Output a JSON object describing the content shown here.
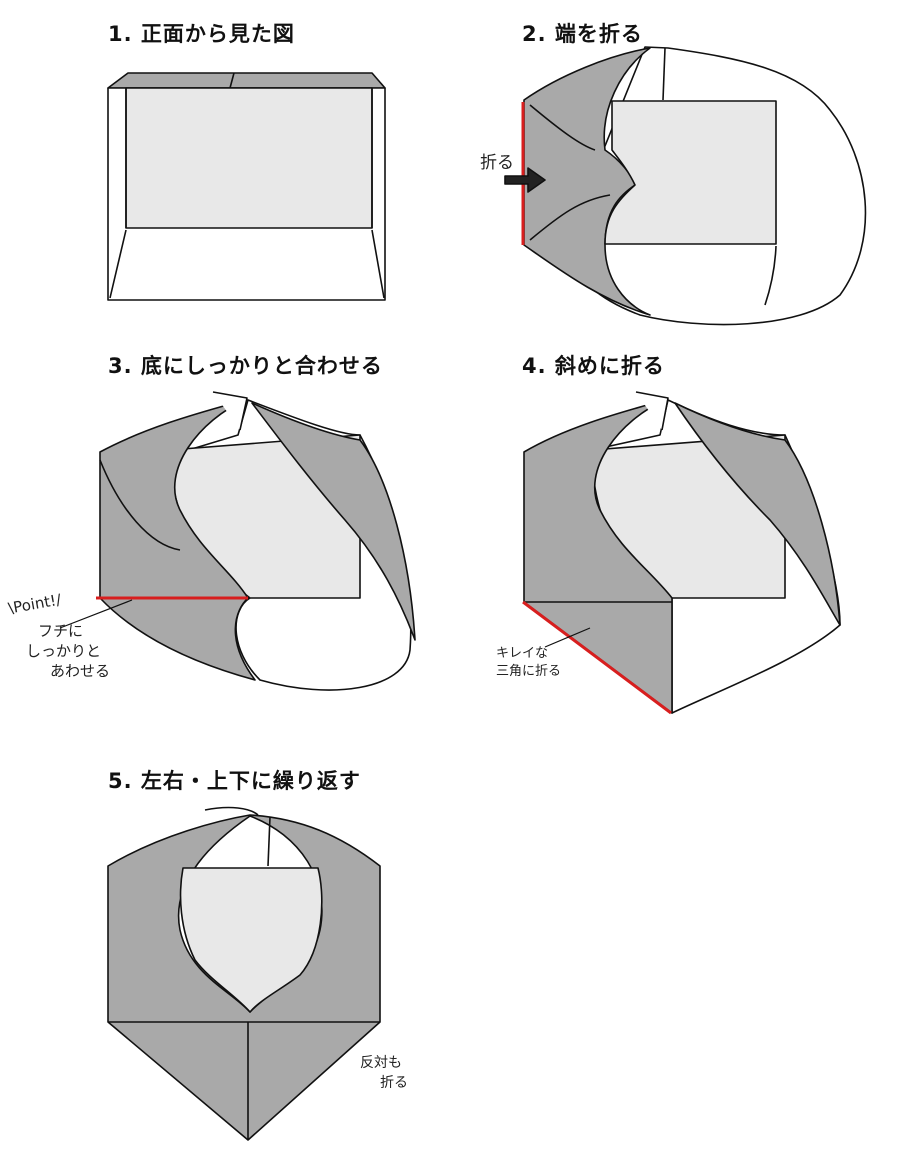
{
  "colors": {
    "background": "#ffffff",
    "flap_fill": "#a9a9a9",
    "content_fill": "#e8e8e8",
    "outline": "#111111",
    "highlight_red": "#d81e1e"
  },
  "steps": [
    {
      "number": "1.",
      "title": "1. 正面から見た図"
    },
    {
      "number": "2.",
      "title": "2. 端を折る",
      "note": "折る"
    },
    {
      "number": "3.",
      "title": "3. 底にしっかりと合わせる",
      "note_point": "\\Point!/",
      "note_lines": [
        "フチに",
        "しっかりと",
        "あわせる"
      ]
    },
    {
      "number": "4.",
      "title": "4. 斜めに折る",
      "note_lines": [
        "キレイな",
        "三角に折る"
      ]
    },
    {
      "number": "5.",
      "title": "5. 左右・上下に繰り返す",
      "note_lines": [
        "反対も",
        "折る"
      ]
    }
  ]
}
